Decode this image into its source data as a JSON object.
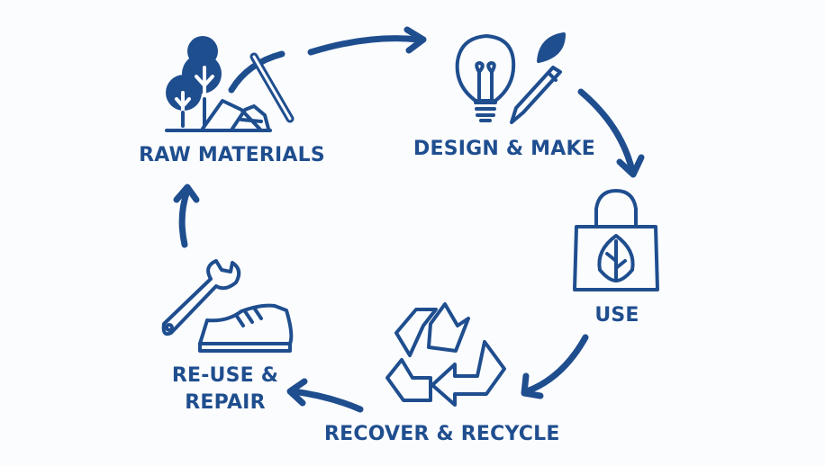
{
  "colors": {
    "primary": "#1f4e8f",
    "background": "#fbfcfe"
  },
  "stages": [
    {
      "label": "RAW MATERIALS",
      "icon": "trees-rocks-pickaxe-icon"
    },
    {
      "label": "DESIGN & MAKE",
      "icon": "lightbulb-pencil-leaf-icon"
    },
    {
      "label": "USE",
      "icon": "eco-bag-icon"
    },
    {
      "label": "RECOVER & RECYCLE",
      "icon": "recycle-icon"
    },
    {
      "label_line1": "RE-USE &",
      "label_line2": "REPAIR",
      "icon": "wrench-shoe-icon"
    }
  ]
}
